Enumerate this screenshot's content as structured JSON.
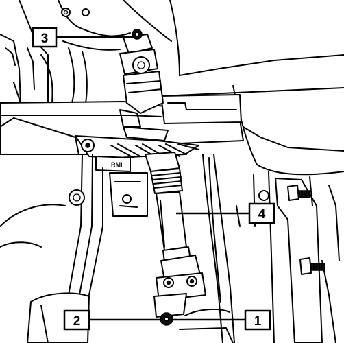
{
  "callouts": [
    {
      "id": "3",
      "label": "3"
    },
    {
      "id": "4",
      "label": "4"
    },
    {
      "id": "2",
      "label": "2"
    },
    {
      "id": "1",
      "label": "1"
    }
  ],
  "tags": {
    "bracket_tag": "RMI"
  }
}
